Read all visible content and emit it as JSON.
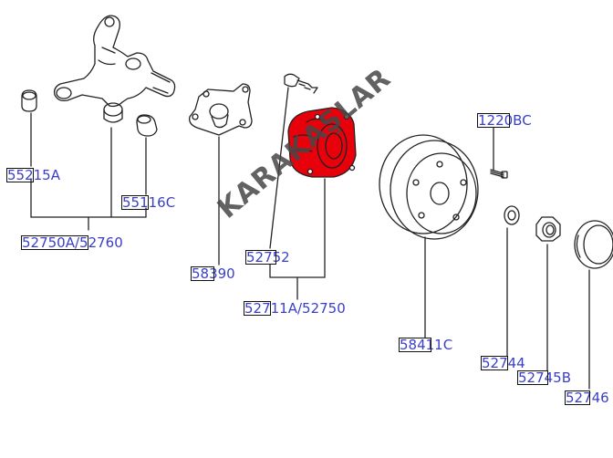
{
  "labels": {
    "p55215a": "55215A",
    "p55116c": "55116C",
    "p52750a_52760_left": "52750A/52760",
    "p58390": "58390",
    "p52752": "52752",
    "p52711a_52750": "52711A/52750",
    "p1220bc": "1220BC",
    "p58411c": "58411C",
    "p52744": "52744",
    "p52745b": "52745B",
    "p52746": "52746"
  },
  "watermark": "KARAKAŞLAR",
  "colors": {
    "label_text": "#3a3fc8",
    "highlight_part": "#e8000b",
    "line_art": "#222222"
  }
}
